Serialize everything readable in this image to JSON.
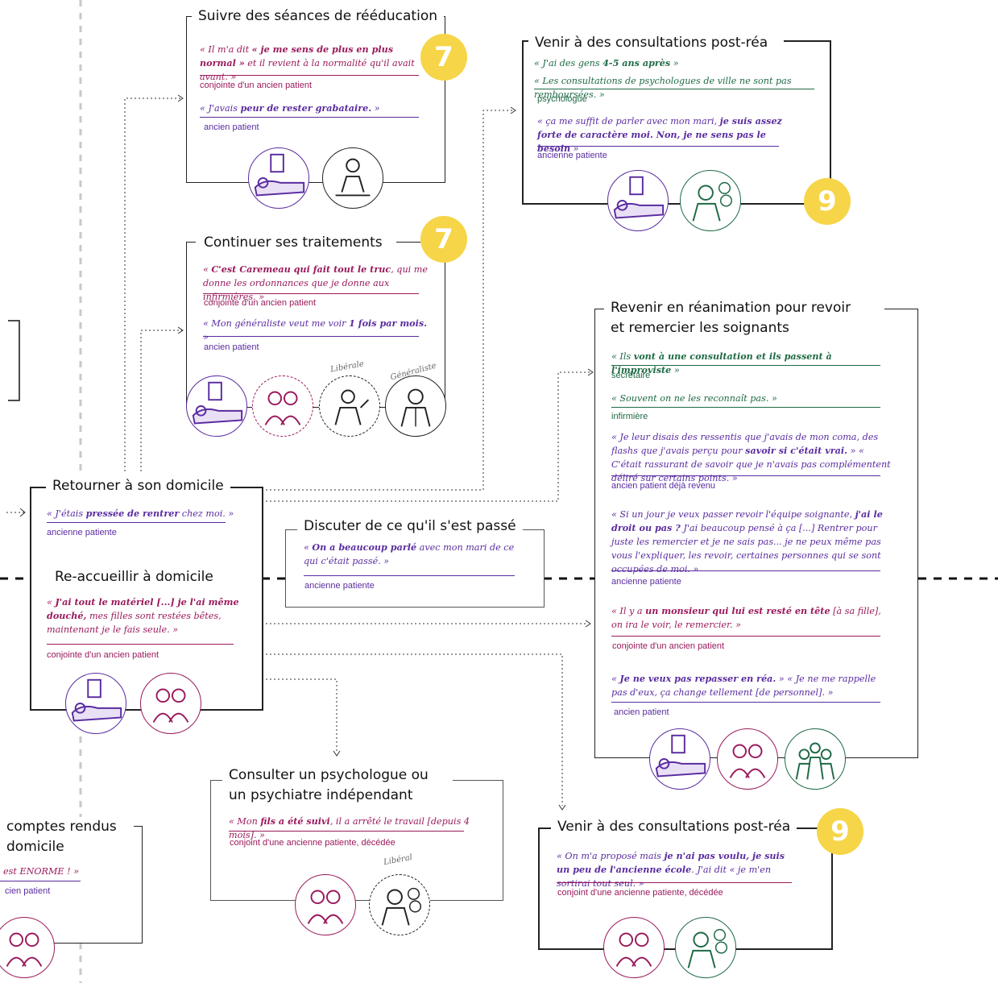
{
  "colors": {
    "patient": "#5a2ca0",
    "family": "#9a1a5c",
    "professional": "#1e6a45",
    "badge": "#f6d548"
  },
  "boxes": {
    "reeducation": {
      "title": "Suivre des séances de rééducation",
      "badge": "7",
      "quotes": [
        {
          "pre": "« Il m'a dit ",
          "em": "« je me sens de plus en plus normal »",
          "post": " et il revient à la normalité qu'il avait avant. »",
          "author": "conjointe d'un ancien patient"
        },
        {
          "pre": "« J'avais ",
          "em": "peur de rester grabataire.",
          "post": " »",
          "author": "ancien patient"
        }
      ]
    },
    "traitements": {
      "title": "Continuer ses traitements",
      "badge": "7",
      "quotes": [
        {
          "pre": "« ",
          "em": "C'est Caremeau qui fait tout le truc",
          "post": ", qui me donne les ordonnances que je donne aux infirmières. »",
          "author": "conjointe d'un ancien patient"
        },
        {
          "pre": "« Mon généraliste veut me voir ",
          "em": "1 fois par mois.",
          "post": " »",
          "author": "ancien patient"
        }
      ],
      "tag_liberale": "Libérale",
      "tag_generaliste": "Généraliste"
    },
    "postrea_top": {
      "title": "Venir à des consultations post-réa",
      "badge": "9",
      "quotes": [
        {
          "pre": "« J'ai des gens ",
          "em": "4-5 ans après",
          "post": " »",
          "author": ""
        },
        {
          "pre": "« Les consultations de psychologues de ville ne sont pas remboursées. »",
          "em": "",
          "post": "",
          "author": "psychologue"
        },
        {
          "pre": "« ça me suffit de parler avec mon mari, ",
          "em": "je suis assez forte de caractère moi. Non, je ne sens pas le besoin",
          "post": " »",
          "author": "ancienne patiente"
        }
      ]
    },
    "revenir": {
      "title": "Revenir en réanimation pour revoir et remercier les soignants",
      "quotes": [
        {
          "pre": "« Ils ",
          "em": "vont à une consultation et ils passent à l'improviste",
          "post": " »",
          "author": "secrétaire"
        },
        {
          "pre": "« Souvent on ne les reconnaît pas. »",
          "em": "",
          "post": "",
          "author": "infirmière"
        },
        {
          "pre": "« Je leur disais des ressentis que j'avais de  mon coma, des flashs que j'avais perçu pour ",
          "em": "savoir si c'était vrai.",
          "post": " » « C'était rassurant de savoir que je n'avais pas complémentent déliré sur certains points. »",
          "author": "ancien patient déjà revenu"
        },
        {
          "pre": "« Si un jour je veux passer revoir l'équipe soignante, ",
          "em": "j'ai le droit ou pas ?",
          "post": " J'ai beaucoup pensé à ça [...] Rentrer pour juste les remercier et je ne sais pas... je ne peux même pas vous l'expliquer, les revoir, certaines personnes qui se sont occupées de moi. »",
          "author": "ancienne patiente"
        },
        {
          "pre": "« Il y a ",
          "em": "un monsieur qui lui est resté en tête",
          "post": " [à sa fille], on ira le voir, le remercier. »",
          "author": "conjointe d'un ancien patient"
        },
        {
          "pre": "« ",
          "em": "Je ne veux pas repasser en réa.",
          "post": " » « Je ne me rappelle pas d'eux, ça change tellement [de personnel]. »",
          "author": "ancien patient"
        }
      ]
    },
    "domicile": {
      "title": "Retourner à son domicile",
      "quotes": [
        {
          "pre": "« J'étais ",
          "em": "pressée de rentrer",
          "post": " chez moi. »",
          "author": "ancienne patiente"
        }
      ],
      "subtitle": "Re-accueillir à domicile",
      "quotes2": [
        {
          "pre": "« ",
          "em": "J'ai tout le matériel [...] je l'ai même douché,",
          "post": " mes filles sont restées bêtes, maintenant je le fais seule. »",
          "author": "conjointe d'un ancien patient"
        }
      ]
    },
    "discuter": {
      "title": "Discuter de ce qu'il s'est passé",
      "quotes": [
        {
          "pre": "« ",
          "em": "On a beaucoup parlé",
          "post": " avec mon mari de ce qui c'était passé. »",
          "author": "ancienne patiente"
        }
      ]
    },
    "psychologue": {
      "title": "Consulter un psychologue ou un psychiatre indépendant",
      "quotes": [
        {
          "pre": "« Mon ",
          "em": "fils a été suivi",
          "post": ", il a arrêté le travail [depuis 4 mois]. »",
          "author": "conjoint d'une ancienne patiente, décédée"
        }
      ],
      "tag_liberal": "Libéral"
    },
    "postrea_bottom": {
      "title": "Venir à des consultations post-réa",
      "badge": "9",
      "quotes": [
        {
          "pre": "« On m'a proposé mais ",
          "em": "je n'ai pas voulu, je suis un peu de l'ancienne école",
          "post": ". J'ai dit « je m'en sortirai tout seul. »",
          "author": "conjoint d'une ancienne patiente, décédée"
        }
      ]
    },
    "comptes": {
      "title": "comptes rendus domicile",
      "quote": "est ENORME ! »",
      "author": "cien patient"
    }
  }
}
